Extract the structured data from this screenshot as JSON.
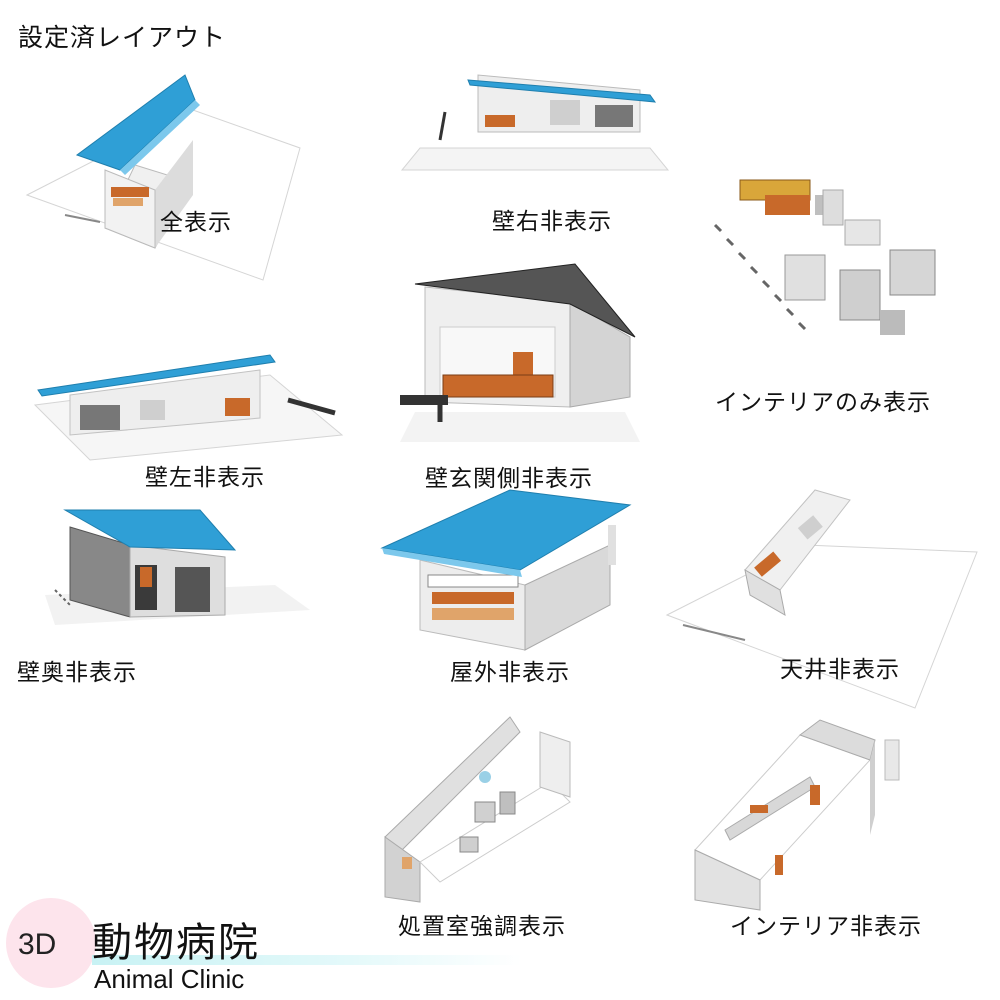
{
  "heading": "設定済レイアウト",
  "views": [
    {
      "caption": "全表示"
    },
    {
      "caption": "壁右非表示"
    },
    {
      "caption": "インテリアのみ表示"
    },
    {
      "caption": "壁左非表示"
    },
    {
      "caption": "壁玄関側非表示"
    },
    {
      "caption": "壁奥非表示"
    },
    {
      "caption": "屋外非表示"
    },
    {
      "caption": "天井非表示"
    },
    {
      "caption": "処置室強調表示"
    },
    {
      "caption": "インテリア非表示"
    }
  ],
  "brand": {
    "badge": "3D",
    "title": "動物病院",
    "subtitle": "Animal Clinic"
  },
  "colors": {
    "roof": "#2f9fd6",
    "wall": "#e8e8e8",
    "wood": "#c8692a",
    "accent": "#fde4ec"
  }
}
